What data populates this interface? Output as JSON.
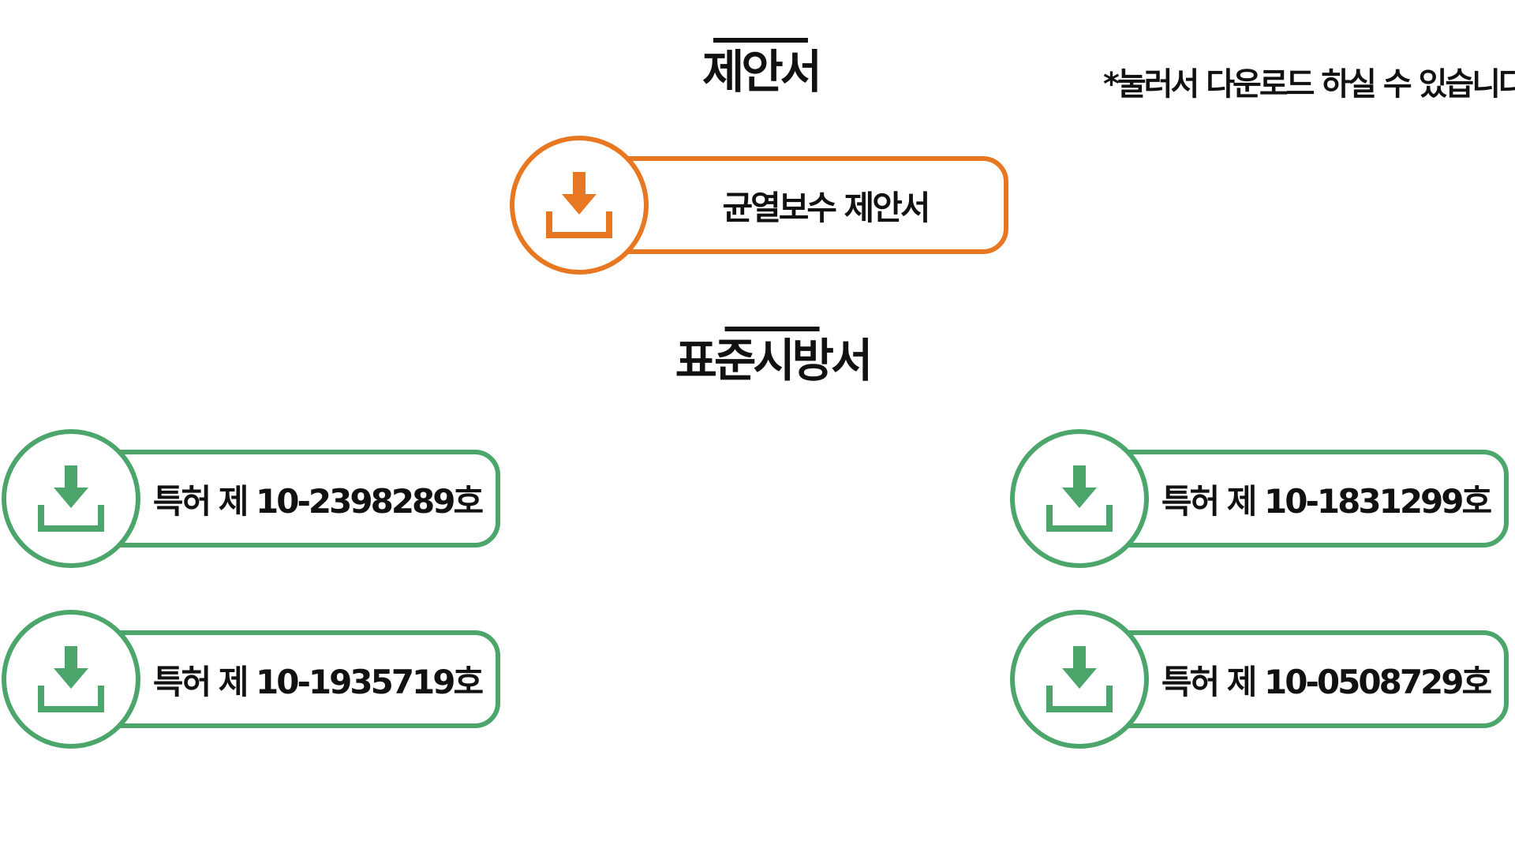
{
  "hint": "*눌러서 다운로드 하실 수 있습니다.",
  "proposal": {
    "heading": "제안서",
    "button_label": "균열보수 제안서"
  },
  "standard_spec": {
    "heading": "표준시방서",
    "buttons": [
      {
        "label": "특허 제 10-2398289호"
      },
      {
        "label": "특허 제 10-1831299호"
      },
      {
        "label": "특허 제 10-1935719호"
      },
      {
        "label": "특허 제 10-0508729호"
      }
    ]
  },
  "colors": {
    "proposal_accent": "#E87722",
    "spec_accent": "#4CA66B",
    "text": "#111111"
  },
  "icons": {
    "download": "download-tray-icon"
  }
}
